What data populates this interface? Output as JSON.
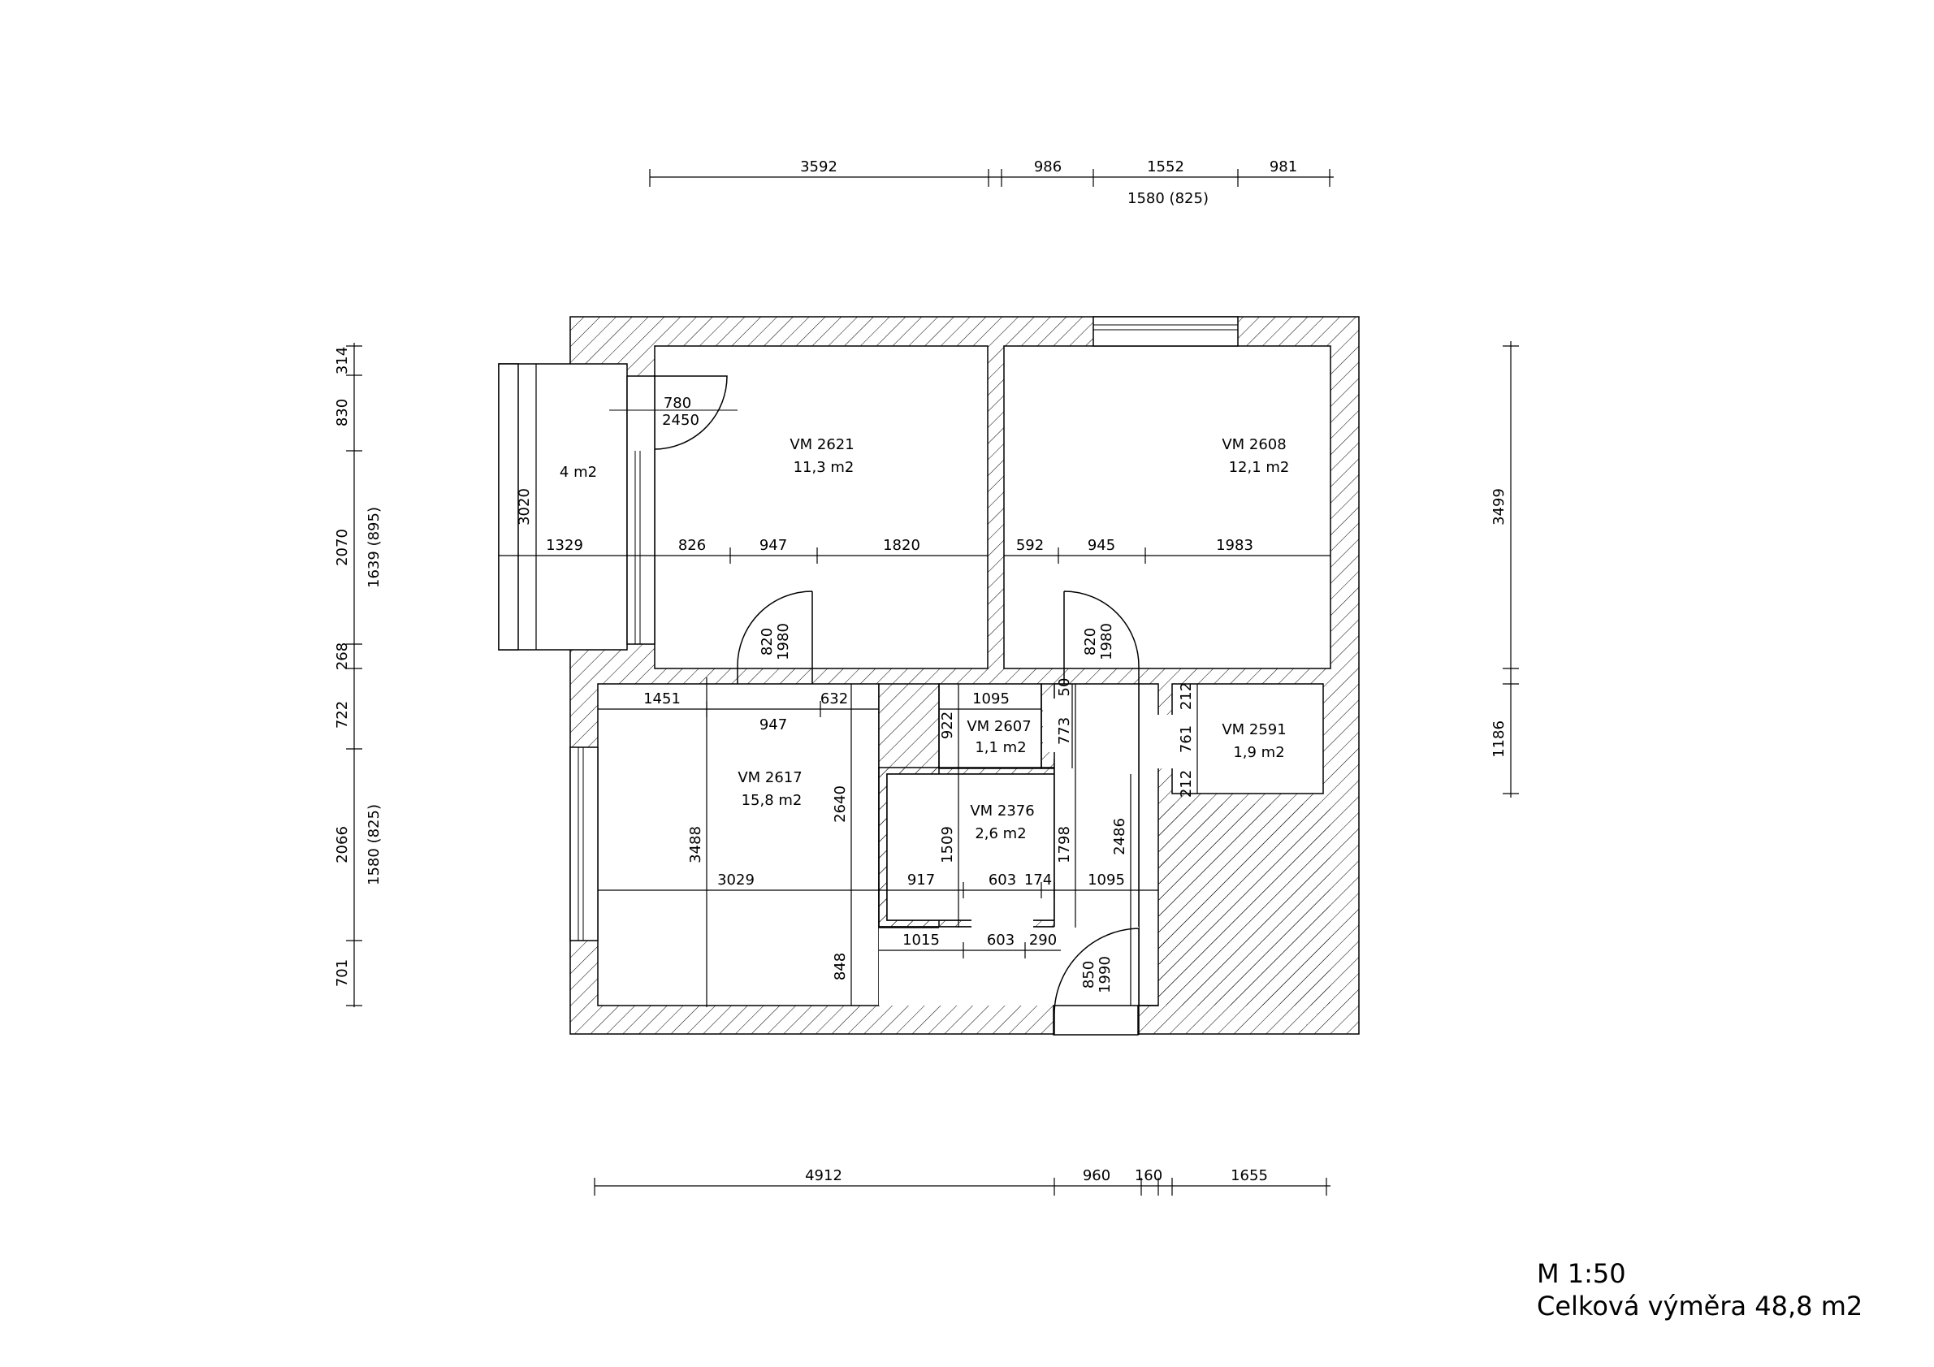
{
  "rooms": [
    {
      "id": "VM 2621",
      "area": "11,3 m2"
    },
    {
      "id": "VM 2608",
      "area": "12,1 m2"
    },
    {
      "id": "VM 2617",
      "area": "15,8 m2"
    },
    {
      "id": "VM 2607",
      "area": "1,1 m2"
    },
    {
      "id": "VM 2376",
      "area": "2,6 m2"
    },
    {
      "id": "VM 2591",
      "area": "1,9 m2"
    },
    {
      "id": "",
      "area": "4 m2"
    }
  ],
  "dimensions": {
    "top_chain": [
      "3592",
      "986",
      "1552",
      "981"
    ],
    "top_window": "1580 (825)",
    "bottom_chain": [
      "4912",
      "960",
      "160",
      "1655"
    ],
    "left_chain": [
      "314",
      "830",
      "2070",
      "268",
      "722",
      "2066",
      "701"
    ],
    "left_windows": [
      "1639 (895)",
      "1580 (825)"
    ],
    "right_chain": [
      "3499",
      "1186"
    ],
    "interior": {
      "balcony_width": "1329",
      "balcony_height": "3020",
      "entry_door": "780",
      "entry_door_height": "2450",
      "room2621_chain": [
        "826",
        "947",
        "1820"
      ],
      "room2608_chain": [
        "592",
        "945",
        "1983"
      ],
      "door_a_width": "820",
      "door_a_height": "1980",
      "door_b_width": "820",
      "door_b_height": "1980",
      "room2617_top": [
        "1451",
        "632"
      ],
      "room2617_opening": "947",
      "room2617_width": "3029",
      "room2617_depth": "3488",
      "room2617_partial": "2640",
      "room2617_lower": "848",
      "room2607_width": "1095",
      "room2607_depth": "922",
      "corridor_50": "50",
      "corridor_773": "773",
      "room2591_depth": "761",
      "room2591_gap_top": "212",
      "room2591_gap_bottom": "212",
      "room2376_depth": "1509",
      "corridor_1798": "1798",
      "corridor_2486": "2486",
      "mid_chain": [
        "917",
        "603",
        "174",
        "1095"
      ],
      "lower_chain": [
        "1015",
        "603",
        "290"
      ],
      "main_door_width": "850",
      "main_door_height": "1990"
    }
  },
  "legend": {
    "scale": "M 1:50",
    "total_area": "Celková výměra 48,8 m2"
  }
}
